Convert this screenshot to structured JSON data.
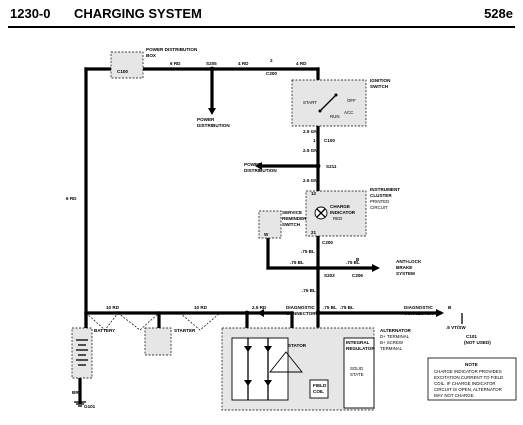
{
  "header": {
    "code": "1230-0",
    "title": "CHARGING SYSTEM",
    "model": "528e"
  },
  "diagram": {
    "power_distribution_box": {
      "title_line1": "POWER DISTRIBUTION",
      "title_line2": "BOX",
      "connector": "C100"
    },
    "power_distribution": {
      "line1": "POWER",
      "line2": "DISTRIBUTION",
      "splice": "S205"
    },
    "c200": {
      "connector": "C200",
      "pin": "2"
    },
    "ignition_switch": {
      "line1": "IGNITION",
      "line2": "SWITCH",
      "start": "START",
      "off": "OFF",
      "acc": "ACC",
      "run": "RUN"
    },
    "c100": {
      "connector": "C100",
      "pin": "1"
    },
    "s211": {
      "splice": "S211",
      "line1": "POWER",
      "line2": "DISTRIBUTION"
    },
    "instrument_cluster": {
      "line1": "INSTRUMENT",
      "line2": "CLUSTER",
      "line3": "PRINTED",
      "line4": "CIRCUIT",
      "indicator_line1": "CHARGE",
      "indicator_line2": "INDICATOR",
      "indicator_color": "RED",
      "pin_top": "12",
      "pin_bottom": "21",
      "connector": "C200"
    },
    "service_reminder": {
      "line1": "SERVICE",
      "line2": "REMINDER",
      "line3": "SWITCH",
      "pin": "W"
    },
    "s203": {
      "splice": "S203"
    },
    "c206": {
      "connector": "C206",
      "pin": "B"
    },
    "antilock": {
      "line1": "ANTI-LOCK",
      "line2": "BRAKE",
      "line3": "SYSTEM"
    },
    "battery": {
      "label": "BATTERY",
      "ground": "G101",
      "ground_wire": "BR"
    },
    "starter": {
      "label": "STARTER"
    },
    "diag_connector_1": {
      "line1": "DIAGNOSTIC",
      "line2": "CONNECTOR"
    },
    "diag_connector_2": {
      "line1": "DIAGNOSTIC",
      "line2": "CONNECTOR",
      "pin": "B",
      "wire": ".75 BL"
    },
    "c101": {
      "connector": "C101",
      "wire": ".5 VT/SW",
      "not_used": "(NOT USED)"
    },
    "alternator": {
      "label": "ALTERNATOR",
      "terminal_line1": "D+ TERMINAL",
      "terminal_line2": "B+ SCREW",
      "terminal_line3": "TERMINAL",
      "regulator_line1": "INTEGRAL",
      "regulator_line2": "REGULATOR",
      "stator": "STATOR",
      "field_line1": "FIELD",
      "field_line2": "COIL",
      "solid_line1": "SOLID",
      "solid_line2": "STATE"
    },
    "note": {
      "title": "NOTE",
      "line1": "CHARGE INDICATOR PROVIDES",
      "line2": "EXCITATION CURRENT TO FIELD",
      "line3": "COIL. IF CHARGE INDICATOR",
      "line4": "CIRCUIT IS OPEN, ALTERNATOR",
      "line5": "MAY NOT CHARGE."
    },
    "wires": {
      "w_top_a": "6 RD",
      "w_top_b": "4 RD",
      "w_top_c": "4 RD",
      "w_left": "6 RD",
      "w_ign_1": "2.5 GN",
      "w_ign_2": "2.5 GN",
      "w_ign_3": "2.5 GN",
      "w_cl_1": ".75 BL",
      "w_cl_2": ".75 BL",
      "w_cl_3": ".75 BL",
      "w_cl_4": ".75 BL",
      "w_bottom_a": "10 RD",
      "w_bottom_b": "10 RD",
      "w_bottom_c": "2.5 RD",
      "w_d1": ".75 BL",
      "w_d2": ".75 BL"
    }
  }
}
